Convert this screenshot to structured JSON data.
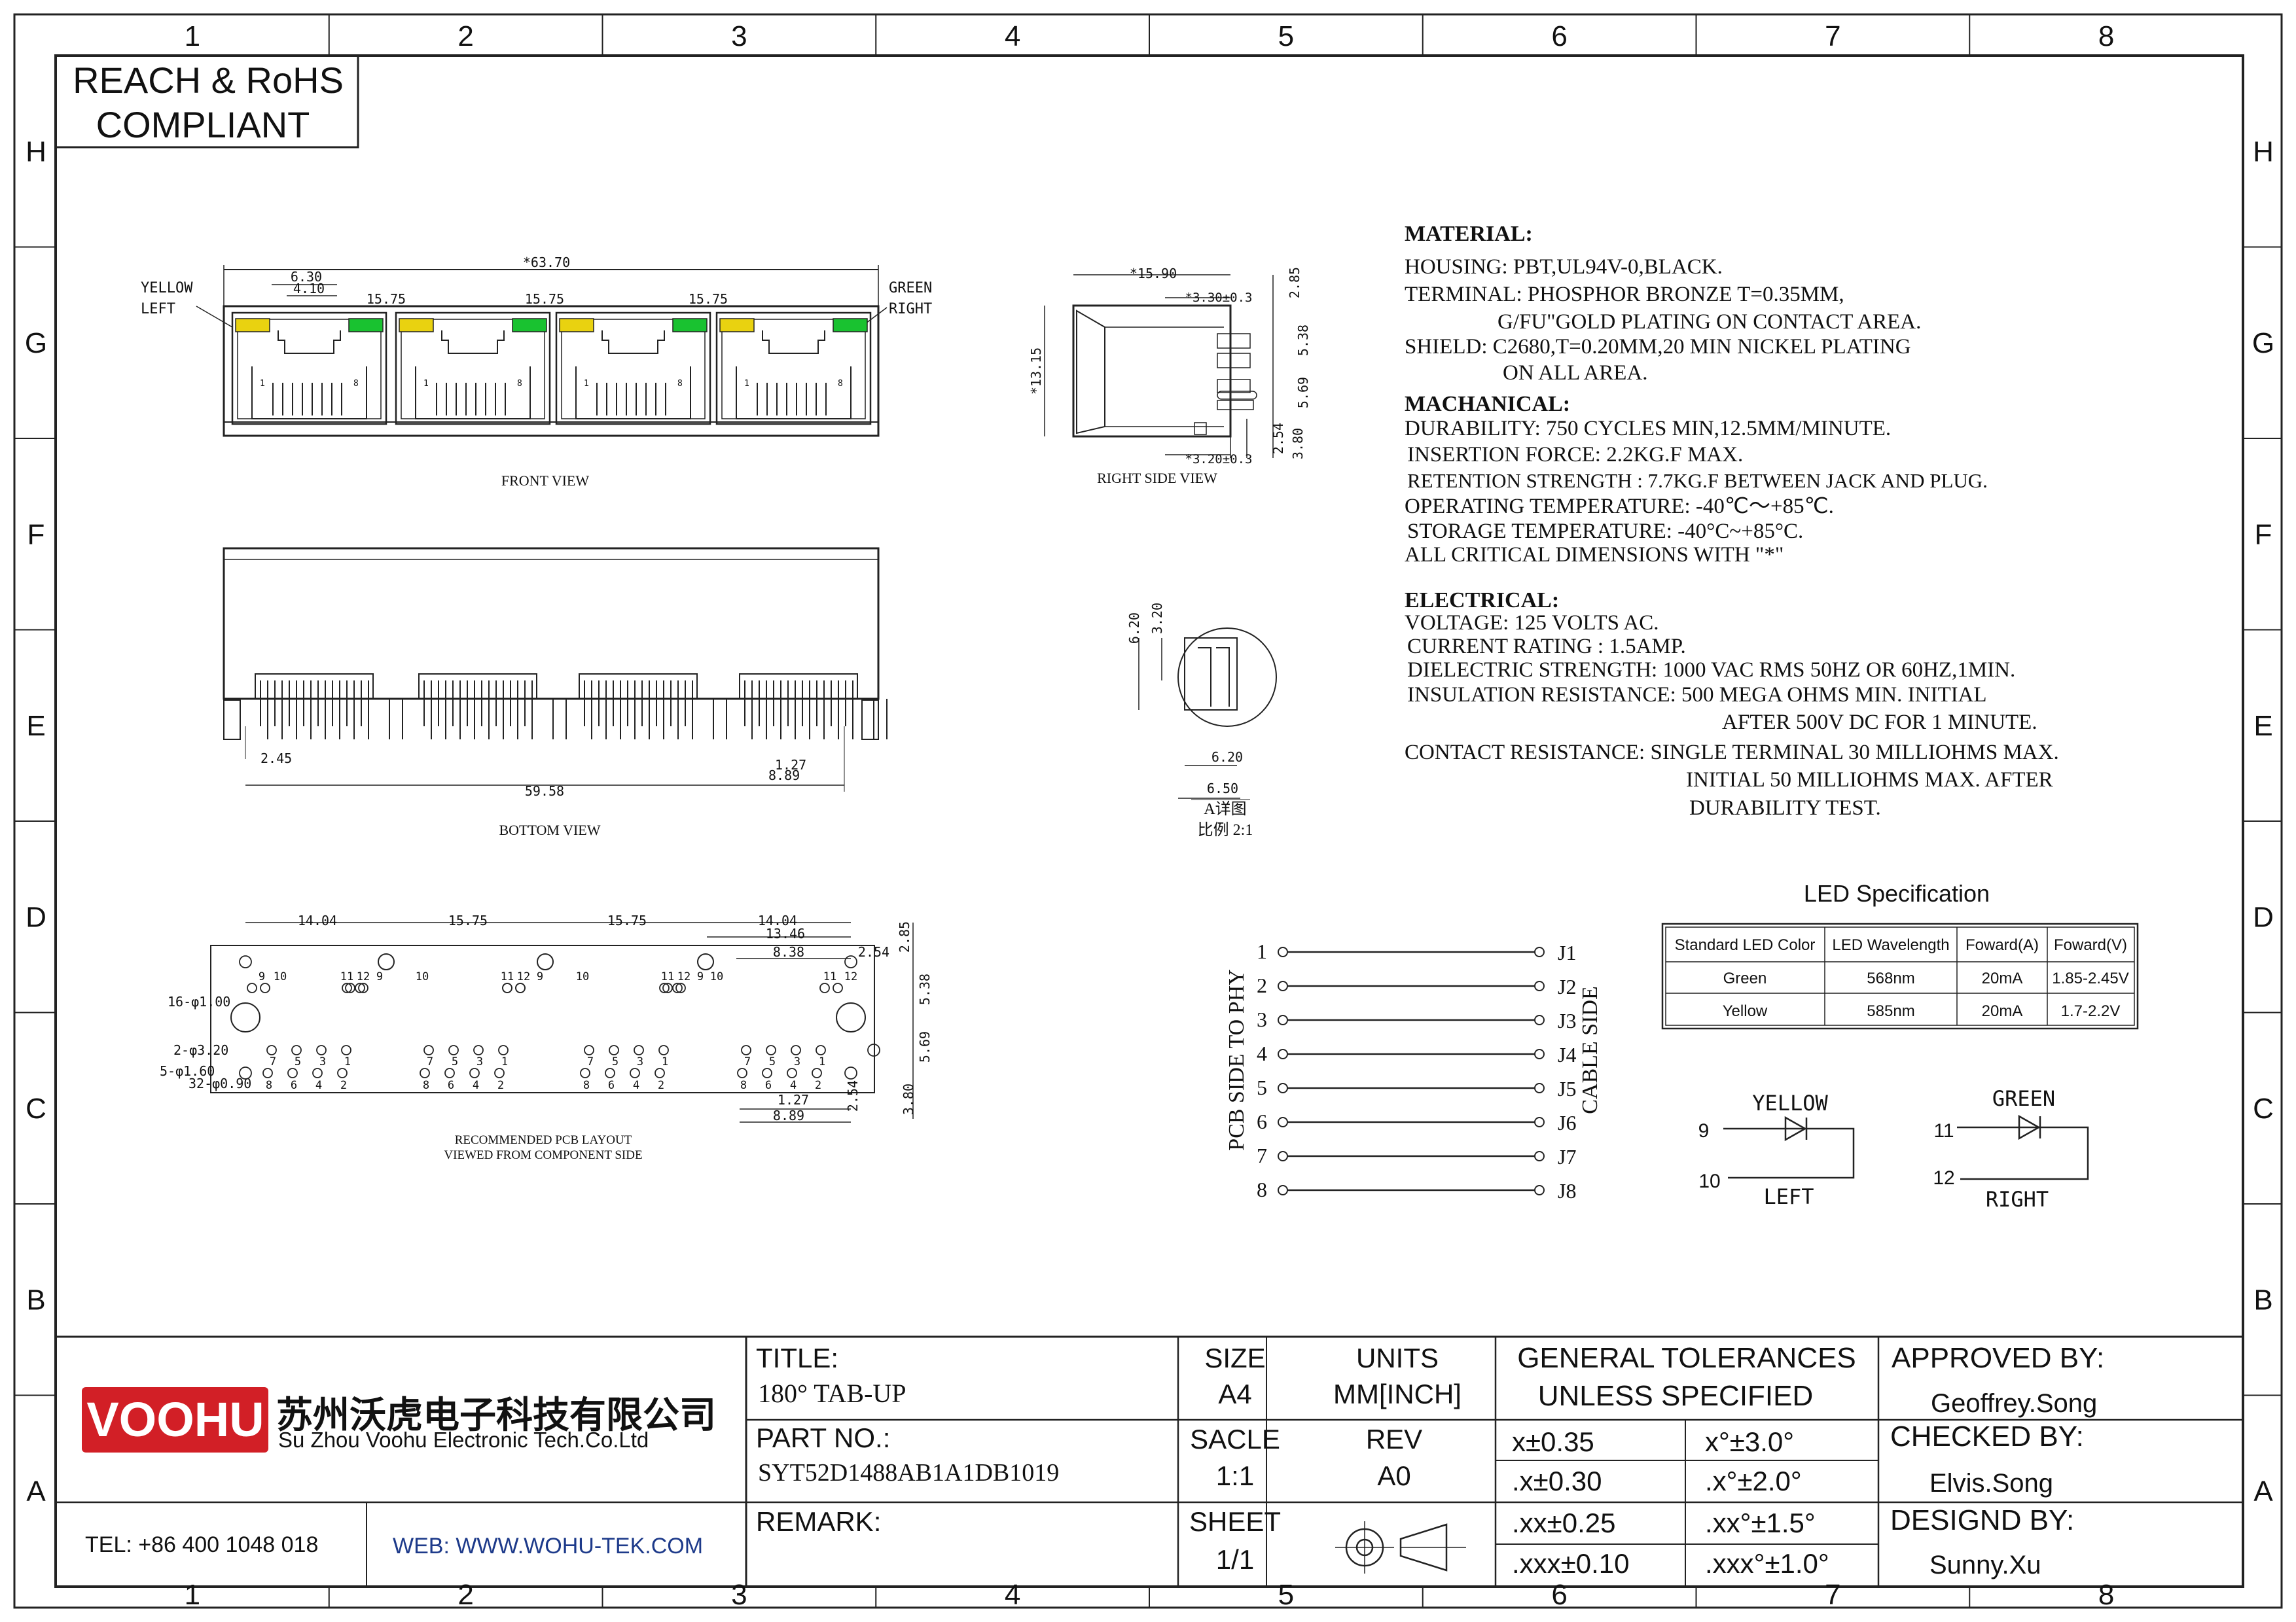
{
  "frame": {
    "columns": [
      "1",
      "2",
      "3",
      "4",
      "5",
      "6",
      "7",
      "8"
    ],
    "rows": [
      "H",
      "G",
      "F",
      "E",
      "D",
      "C",
      "B",
      "A"
    ]
  },
  "compliance": {
    "line1": "REACH & RoHS",
    "line2": "COMPLIANT"
  },
  "front_view": {
    "caption": "FRONT VIEW",
    "dim_overall": "*63.70",
    "dim_led_a": "6.30",
    "dim_led_b": "4.10",
    "dim_pitch": "15.75",
    "label_yellow": "YELLOW",
    "label_left": "LEFT",
    "label_green": "GREEN",
    "label_right": "RIGHT",
    "pin_first": "1",
    "pin_last": "8",
    "colors": {
      "yellow": "#e9d210",
      "green": "#19c230"
    }
  },
  "right_view": {
    "caption": "RIGHT SIDE VIEW",
    "dim_depth": "*15.90",
    "dim_330": "*3.30±0.3",
    "dim_320": "*3.20±0.3",
    "dim_height": "*13.15",
    "dim_285": "2.85",
    "dim_538": "5.38",
    "dim_569": "5.69",
    "dim_254": "2.54",
    "dim_380": "3.80"
  },
  "bottom_view": {
    "caption": "BOTTOM VIEW",
    "dim_245": "2.45",
    "dim_127": "1.27",
    "dim_889": "8.89",
    "dim_5958": "59.58"
  },
  "detail_a": {
    "dim_620a": "6.20",
    "dim_320": "3.20",
    "dim_620b": "6.20",
    "dim_650": "6.50",
    "caption": "A详图",
    "scale": "比例 2:1"
  },
  "pcb_layout": {
    "caption1": "RECOMMENDED PCB LAYOUT",
    "caption2": "VIEWED FROM COMPONENT SIDE",
    "dim_1404a": "14.04",
    "dim_1575a": "15.75",
    "dim_1575b": "15.75",
    "dim_1404b": "14.04",
    "dim_1346": "13.46",
    "dim_838": "8.38",
    "dim_254a": "2.54",
    "dim_285": "2.85",
    "dim_538": "5.38",
    "dim_569": "5.69",
    "dim_254b": "2.54",
    "dim_380": "3.80",
    "dim_127": "1.27",
    "dim_889": "8.89",
    "hole_16": "16-φ1.00",
    "hole_2": "2-φ3.20",
    "hole_5": "5-φ1.60",
    "hole_32": "32-φ0.90",
    "pin_labels": [
      "9",
      "10",
      "11",
      "12",
      "9",
      "10",
      "11",
      "12",
      "9",
      "10",
      "11",
      "12",
      "9",
      "10",
      "11",
      "12"
    ],
    "row_odd": [
      "7",
      "5",
      "3",
      "1"
    ],
    "row_even": [
      "8",
      "6",
      "4",
      "2"
    ]
  },
  "material": {
    "heading": "MATERIAL:",
    "lines": [
      "HOUSING: PBT,UL94V-0,BLACK.",
      "TERMINAL: PHOSPHOR BRONZE T=0.35MM,",
      "G/FU\"GOLD PLATING ON CONTACT AREA.",
      "SHIELD: C2680,T=0.20MM,20 MIN NICKEL PLATING",
      "ON ALL AREA."
    ]
  },
  "mechanical": {
    "heading": "MACHANICAL:",
    "lines": [
      "DURABILITY: 750 CYCLES MIN,12.5MM/MINUTE.",
      "INSERTION FORCE: 2.2KG.F MAX.",
      "RETENTION STRENGTH : 7.7KG.F BETWEEN JACK AND PLUG.",
      "OPERATING TEMPERATURE: -40℃～+85℃.",
      "STORAGE TEMPERATURE: -40°C~+85°C.",
      "ALL CRITICAL DIMENSIONS WITH \"*\""
    ]
  },
  "electrical": {
    "heading": "ELECTRICAL:",
    "lines": [
      "VOLTAGE: 125 VOLTS AC.",
      "CURRENT RATING : 1.5AMP.",
      "DIELECTRIC STRENGTH: 1000 VAC RMS 50HZ OR 60HZ,1MIN.",
      "INSULATION RESISTANCE: 500 MEGA OHMS MIN. INITIAL",
      "AFTER 500V DC FOR 1 MINUTE.",
      "CONTACT RESISTANCE: SINGLE TERMINAL 30 MILLIOHMS MAX.",
      "INITIAL 50 MILLIOHMS MAX. AFTER",
      "DURABILITY TEST."
    ]
  },
  "led_spec": {
    "title": "LED Specification",
    "headers": [
      "Standard LED Color",
      "LED Wavelength",
      "Foward(A)",
      "Foward(V)"
    ],
    "rows": [
      [
        "Green",
        "568nm",
        "20mA",
        "1.85-2.45V"
      ],
      [
        "Yellow",
        "585nm",
        "20mA",
        "1.7-2.2V"
      ]
    ]
  },
  "schematic": {
    "left_label": "PCB SIDE TO PHY",
    "right_label": "CABLE SIDE",
    "pins": [
      "1",
      "2",
      "3",
      "4",
      "5",
      "6",
      "7",
      "8"
    ],
    "jacks": [
      "J1",
      "J2",
      "J3",
      "J4",
      "J5",
      "J6",
      "J7",
      "J8"
    ]
  },
  "led_diagram": {
    "yellow_label": "YELLOW",
    "left_label": "LEFT",
    "yellow_pin_a": "9",
    "yellow_pin_b": "10",
    "green_label": "GREEN",
    "right_label": "RIGHT",
    "green_pin_a": "11",
    "green_pin_b": "12"
  },
  "title_block": {
    "logo": "VOOHU",
    "company_cn": "苏州沃虎电子科技有限公司",
    "company_en": "Su Zhou Voohu Electronic Tech.Co.Ltd",
    "tel": "TEL: +86 400 1048 018",
    "web": "WEB: WWW.WOHU-TEK.COM",
    "title_label": "TITLE:",
    "title_value": "180° TAB-UP",
    "part_label": "PART NO.:",
    "part_value": "SYT52D1488AB1A1DB1019",
    "remark_label": "REMARK:",
    "size_label": "SIZE",
    "size_value": "A4",
    "units_label": "UNITS",
    "units_value": "MM[INCH]",
    "sacle_label": "SACLE",
    "sacle_value": "1:1",
    "rev_label": "REV",
    "rev_value": "A0",
    "sheet_label": "SHEET",
    "sheet_value": "1/1",
    "tol_title1": "GENERAL TOLERANCES",
    "tol_title2": "UNLESS SPECIFIED",
    "tol": [
      [
        "x±0.35",
        "x°±3.0°"
      ],
      [
        ".x±0.30",
        ".x°±2.0°"
      ],
      [
        ".xx±0.25",
        ".xx°±1.5°"
      ],
      [
        ".xxx±0.10",
        ".xxx°±1.0°"
      ]
    ],
    "approved_label": "APPROVED BY:",
    "approved_value": "Geoffrey.Song",
    "checked_label": "CHECKED BY:",
    "checked_value": "Elvis.Song",
    "design_label": "DESIGND BY:",
    "design_value": "Sunny.Xu",
    "logo_color": "#d21f26"
  }
}
